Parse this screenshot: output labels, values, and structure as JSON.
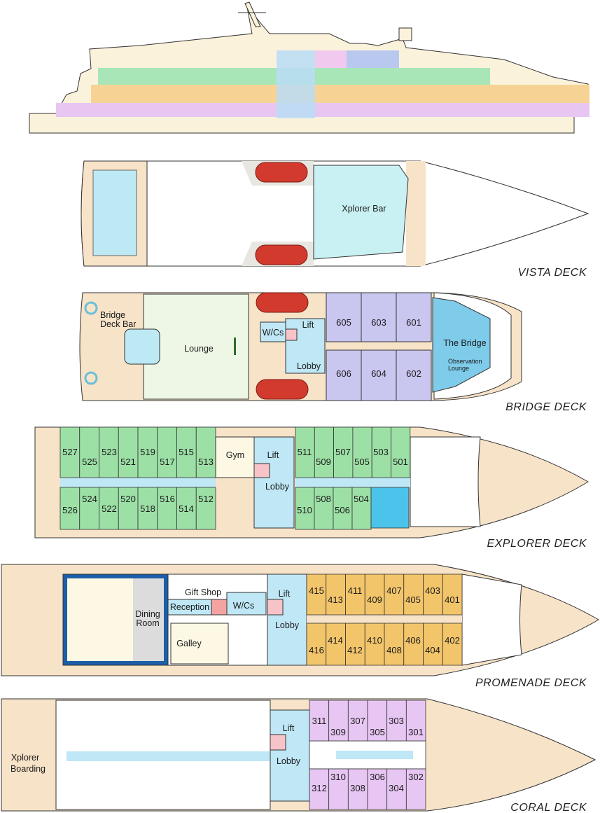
{
  "decks": {
    "vista": "VISTA DECK",
    "bridge": "BRIDGE DECK",
    "explorer": "EXPLORER DECK",
    "promenade": "PROMENADE DECK",
    "coral": "CORAL DECK"
  },
  "vista": {
    "bar": "Xplorer Bar"
  },
  "bridge": {
    "bar_line1": "Bridge",
    "bar_line2": "Deck Bar",
    "lounge": "Lounge",
    "wcs": "W/Cs",
    "lift": "Lift",
    "lobby": "Lobby",
    "the_bridge": "The Bridge",
    "obs1": "Observation",
    "obs2": "Lounge",
    "cabins_top": [
      "605",
      "603",
      "601"
    ],
    "cabins_bottom": [
      "606",
      "604",
      "602"
    ]
  },
  "explorer": {
    "gym": "Gym",
    "lift": "Lift",
    "lobby": "Lobby",
    "aft_top": [
      "527",
      "525",
      "523",
      "521",
      "519",
      "517",
      "515",
      "513"
    ],
    "aft_bottom": [
      "526",
      "524",
      "522",
      "520",
      "518",
      "516",
      "514",
      "512"
    ],
    "fwd_top": [
      "511",
      "509",
      "507",
      "505",
      "503",
      "501"
    ],
    "fwd_bottom": [
      "510",
      "508",
      "506",
      "504"
    ]
  },
  "promenade": {
    "dining1": "Dining",
    "dining2": "Room",
    "gift": "Gift Shop",
    "reception": "Reception",
    "wcs": "W/Cs",
    "lift": "Lift",
    "lobby": "Lobby",
    "galley": "Galley",
    "cabins_top": [
      "415",
      "413",
      "411",
      "409",
      "407",
      "405",
      "403",
      "401"
    ],
    "cabins_bottom": [
      "416",
      "414",
      "412",
      "410",
      "408",
      "406",
      "404",
      "402"
    ]
  },
  "coral": {
    "boarding1": "Xplorer",
    "boarding2": "Boarding",
    "lift": "Lift",
    "lobby": "Lobby",
    "cabins_top": [
      "311",
      "309",
      "307",
      "305",
      "303",
      "301"
    ],
    "cabins_bottom": [
      "312",
      "310",
      "308",
      "306",
      "304",
      "302"
    ]
  },
  "colors": {
    "hull": "#f7e3c8",
    "cream": "#fdf8e4",
    "green_cabin": "#9de0a6",
    "purple_cabin": "#c9c6ef",
    "orange_cabin": "#f3c56a",
    "pink_cabin": "#e7c6f3",
    "lobby_blue": "#bfe7f5",
    "bridge_blue": "#7ecbea",
    "lifeboat": "#d23a2e",
    "pool": "#bde9f4"
  }
}
